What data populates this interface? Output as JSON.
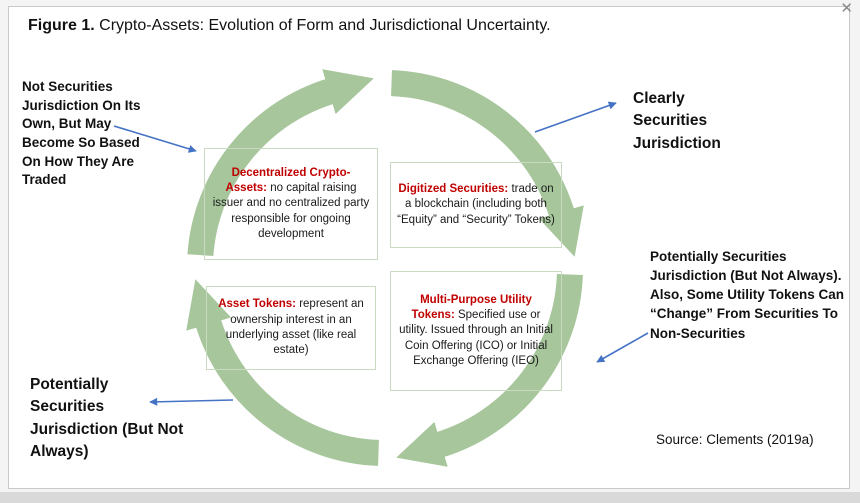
{
  "window": {
    "close_icon": "✕"
  },
  "figure": {
    "title_prefix": "Figure 1.",
    "title_rest": "Crypto-Assets: Evolution of Form and Jurisdictional Uncertainty.",
    "source": "Source: Clements (2019a)"
  },
  "quadrants": {
    "top_left": {
      "heading": "Decentralized Crypto-Assets:",
      "body": " no capital raising issuer and no centralized party responsible for ongoing development"
    },
    "top_right": {
      "heading": "Digitized Securities:",
      "body": " trade on a blockchain (including both “Equity” and “Security” Tokens)"
    },
    "bottom_left": {
      "heading": "Asset Tokens:",
      "body": " represent an ownership interest in an underlying asset (like real estate)"
    },
    "bottom_right": {
      "heading": "Multi-Purpose Utility Tokens:",
      "body": " Specified use or utility. Issued through an Initial Coin Offering (ICO) or Initial Exchange Offering (IEO)"
    }
  },
  "callouts": {
    "top_left": "Not Securities Jurisdiction On Its Own, But May Become So Based On How They Are Traded",
    "top_right": "Clearly Securities Jurisdiction",
    "right": "Potentially Securities Jurisdiction (But Not Always). Also, Some Utility Tokens Can “Change” From Securities To Non-Securities",
    "bottom_left": "Potentially Securities Jurisdiction (But Not Always)"
  },
  "colors": {
    "arc_green": "#a7c69c",
    "heading_red": "#c00000",
    "arrow_blue": "#4472c4"
  }
}
